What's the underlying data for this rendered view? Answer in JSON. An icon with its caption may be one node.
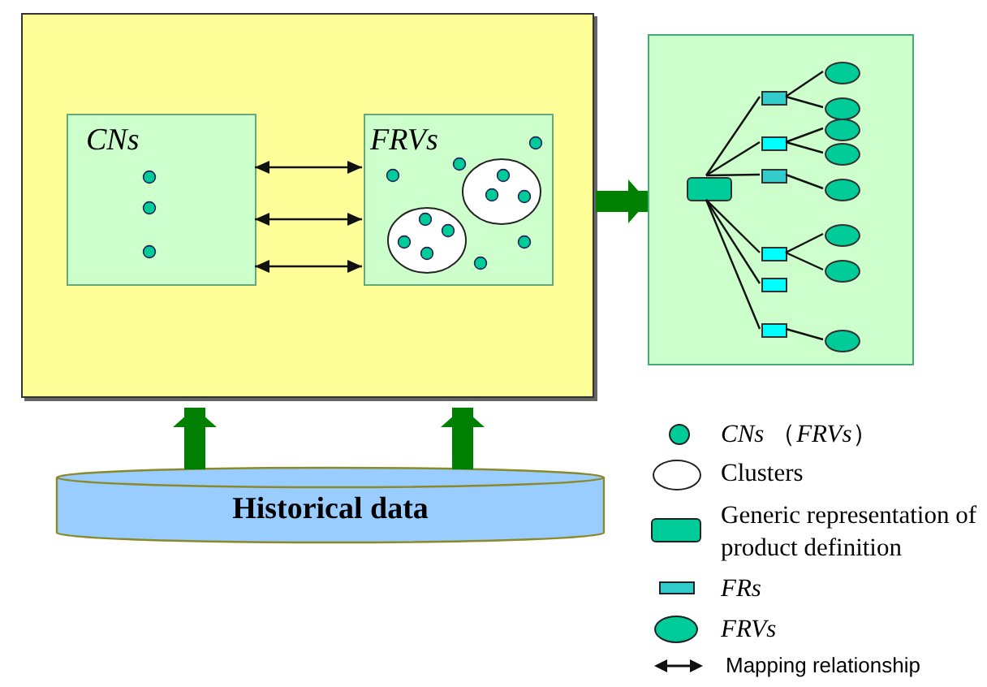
{
  "diagram": {
    "nodes": [
      {
        "text": [],
        "shape": "box"
      },
      {
        "text": [
          "CNs"
        ],
        "in": 0
      },
      {
        "text": [
          "FRVs"
        ],
        "in": 0
      },
      {
        "text": [],
        "shape": "box"
      },
      {
        "text": [
          "Historical data"
        ]
      },
      {
        "text": [],
        "shape": "box",
        "in": 3
      },
      {
        "text": [],
        "shape": "box",
        "in": 3
      },
      {
        "text": [],
        "shape": "box",
        "in": 3
      },
      {
        "text": [],
        "shape": "box",
        "in": 3
      },
      {
        "text": [],
        "shape": "box",
        "in": 3
      },
      {
        "text": [],
        "shape": "box",
        "in": 3
      },
      {
        "text": [],
        "shape": "box",
        "in": 3
      },
      {
        "text": [],
        "shape": "ellipse",
        "in": 3
      },
      {
        "text": [],
        "shape": "ellipse",
        "in": 3
      },
      {
        "text": [],
        "shape": "ellipse",
        "in": 3
      },
      {
        "text": [],
        "shape": "ellipse",
        "in": 3
      },
      {
        "text": [],
        "shape": "ellipse",
        "in": 3
      },
      {
        "text": [],
        "shape": "ellipse",
        "in": 3
      },
      {
        "text": [],
        "shape": "ellipse",
        "in": 3
      },
      {
        "text": [],
        "shape": "ellipse",
        "in": 3
      }
    ],
    "edges": [
      {
        "from": 1,
        "to": 2,
        "arrow": "both"
      },
      {
        "from": 1,
        "to": 2,
        "arrow": "both"
      },
      {
        "from": 1,
        "to": 2,
        "arrow": "both"
      },
      {
        "from": 0,
        "to": 3,
        "arrow": "to",
        "style": "thick",
        "color": "#008000"
      },
      {
        "from": 4,
        "to": 0,
        "arrow": "to",
        "style": "thick",
        "color": "#008000"
      },
      {
        "from": 4,
        "to": 0,
        "arrow": "to",
        "style": "thick",
        "color": "#008000"
      },
      {
        "from": 5,
        "to": 6,
        "arrow": "none"
      },
      {
        "from": 5,
        "to": 7,
        "arrow": "none"
      },
      {
        "from": 5,
        "to": 8,
        "arrow": "none"
      },
      {
        "from": 5,
        "to": 9,
        "arrow": "none"
      },
      {
        "from": 5,
        "to": 10,
        "arrow": "none"
      },
      {
        "from": 5,
        "to": 11,
        "arrow": "none"
      },
      {
        "from": 6,
        "to": 12,
        "arrow": "none"
      },
      {
        "from": 6,
        "to": 13,
        "arrow": "none"
      },
      {
        "from": 7,
        "to": 14,
        "arrow": "none"
      },
      {
        "from": 7,
        "to": 15,
        "arrow": "none"
      },
      {
        "from": 8,
        "to": 16,
        "arrow": "none"
      },
      {
        "from": 9,
        "to": 17,
        "arrow": "none"
      },
      {
        "from": 9,
        "to": 18,
        "arrow": "none"
      },
      {
        "from": 11,
        "to": 19,
        "arrow": "none"
      }
    ],
    "legend": [
      {
        "text": "*CNs* （*FRVs*）",
        "color": "#00cc99"
      },
      {
        "text": "Clusters",
        "color": "#ffffff"
      },
      {
        "text": "Generic representation of product definition",
        "color": "#00cc99"
      },
      {
        "text": "*FRs*",
        "color": "#33cccc"
      },
      {
        "text": "*FRVs*",
        "color": "#00cc99"
      },
      {
        "text": "Mapping relationship"
      }
    ]
  }
}
